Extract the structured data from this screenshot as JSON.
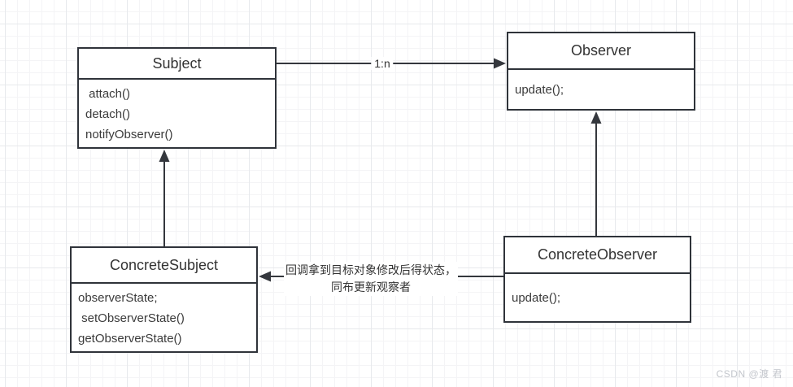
{
  "diagram_title": "Observer pattern UML class diagram",
  "classes": {
    "subject": {
      "title": "Subject",
      "members": [
        " attach()",
        "detach()",
        "notifyObserver()"
      ]
    },
    "observer": {
      "title": "Observer",
      "members": [
        "update();"
      ]
    },
    "concreteSubject": {
      "title": "ConcreteSubject",
      "members": [
        "observerState;",
        " setObserverState()",
        "getObserverState()"
      ]
    },
    "concreteObserver": {
      "title": "ConcreteObserver",
      "members": [
        "update();"
      ]
    }
  },
  "edges": {
    "subjectToObserver": {
      "label": "1:n",
      "from": "Subject",
      "to": "Observer",
      "style": "solid-arrow"
    },
    "concreteSubjectToSubject": {
      "from": "ConcreteSubject",
      "to": "Subject",
      "style": "solid-arrow"
    },
    "concreteObserverToObserver": {
      "from": "ConcreteObserver",
      "to": "Observer",
      "style": "solid-arrow"
    },
    "callback": {
      "from": "ConcreteObserver",
      "to": "ConcreteSubject",
      "style": "solid-arrow",
      "label_line1": "回调拿到目标对象修改后得状态，",
      "label_line2": "同布更新观察者"
    }
  },
  "watermark": "CSDN @渡 君",
  "colors": {
    "stroke": "#2f333a",
    "text": "#3b3b3b",
    "grid_minor": "#f4f4f6",
    "grid_major": "#e7e9ec",
    "watermark": "#c3c6cc",
    "background": "#ffffff"
  }
}
